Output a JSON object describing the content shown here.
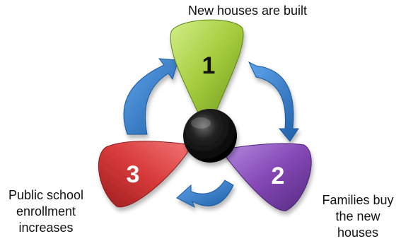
{
  "colors": {
    "step1": "#a4cc3c",
    "step2": "#8548b6",
    "step3": "#d83a3a",
    "arrows": "#2e7ccf",
    "hub": "#111111"
  },
  "steps": [
    {
      "number": "1",
      "label": "New houses are built"
    },
    {
      "number": "2",
      "label": "Families buy the new houses"
    },
    {
      "number": "3",
      "label": "Public school enrollment increases"
    }
  ],
  "label_lines": {
    "step2": [
      "Families buy",
      "the new",
      "houses"
    ],
    "step3": [
      "Public school",
      "enrollment",
      "increases"
    ]
  }
}
